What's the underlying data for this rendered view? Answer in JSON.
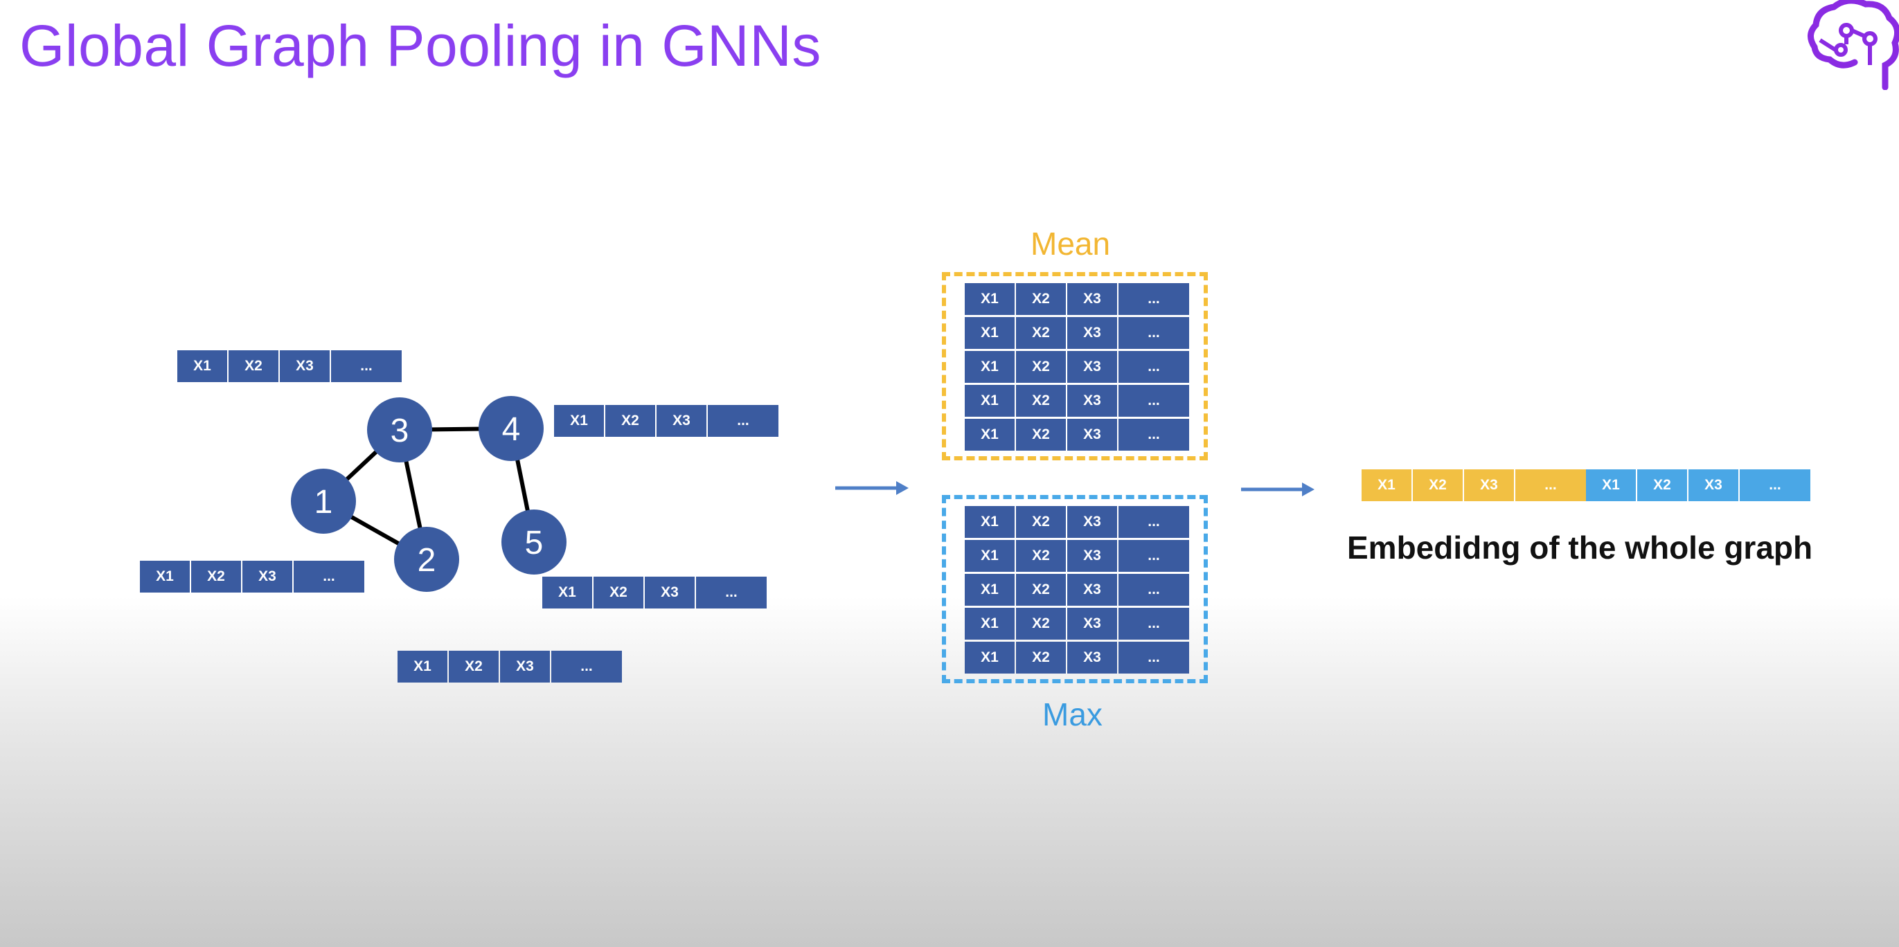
{
  "title": "Global Graph Pooling in GNNs",
  "colors": {
    "title": "#8a3ff0",
    "node": "#3a5ba0",
    "mean": "#f2c043",
    "max": "#4aa7e6"
  },
  "graph": {
    "nodes": [
      {
        "label": "1"
      },
      {
        "label": "2"
      },
      {
        "label": "3"
      },
      {
        "label": "4"
      },
      {
        "label": "5"
      }
    ],
    "edges": [
      [
        "1",
        "3"
      ],
      [
        "1",
        "2"
      ],
      [
        "3",
        "2"
      ],
      [
        "3",
        "4"
      ],
      [
        "4",
        "5"
      ]
    ]
  },
  "feature_vector": [
    "X1",
    "X2",
    "X3",
    "..."
  ],
  "pooling": {
    "mean_label": "Mean",
    "max_label": "Max"
  },
  "embedding": {
    "cells": [
      "X1",
      "X2",
      "X3",
      "...",
      "X1",
      "X2",
      "X3",
      "..."
    ],
    "caption": "Embedidng of the whole graph"
  },
  "logo_icon": "brain-circuit-icon"
}
